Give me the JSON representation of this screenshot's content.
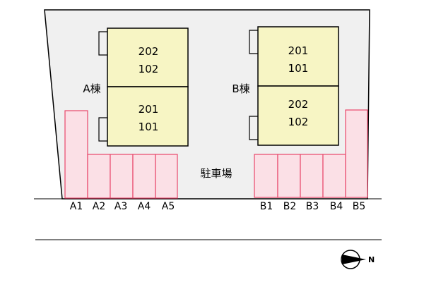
{
  "buildings": [
    {
      "name": "A棟",
      "units": [
        {
          "top": "202",
          "bottom": "102"
        },
        {
          "top": "201",
          "bottom": "101"
        }
      ]
    },
    {
      "name": "B棟",
      "units": [
        {
          "top": "201",
          "bottom": "101"
        },
        {
          "top": "202",
          "bottom": "102"
        }
      ]
    }
  ],
  "parking_label": "駐車場",
  "spaces_a": [
    "A1",
    "A2",
    "A3",
    "A4",
    "A5"
  ],
  "spaces_b": [
    "B1",
    "B2",
    "B3",
    "B4",
    "B5"
  ],
  "north_label": "N",
  "colors": {
    "site": "#f0f0f0",
    "building": "#f7f5c4",
    "parking_fill": "#fbe0e6",
    "parking_stroke": "#e8476a"
  }
}
